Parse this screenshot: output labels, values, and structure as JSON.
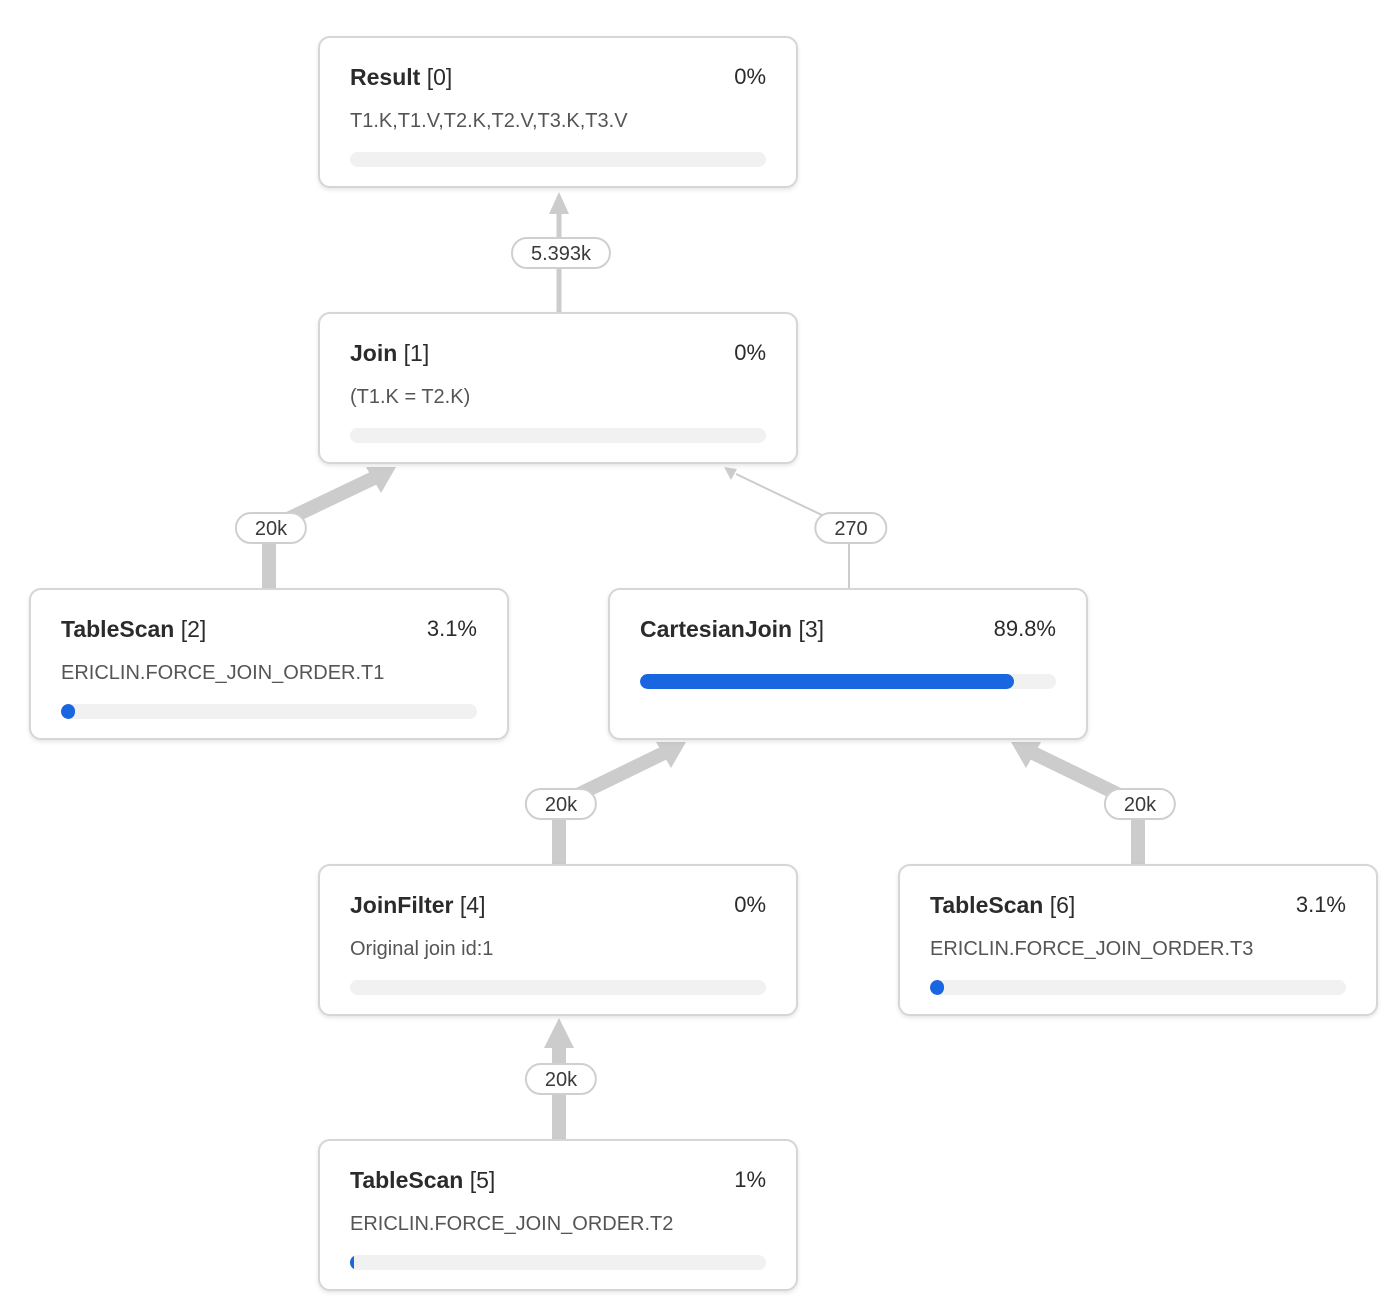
{
  "nodes": [
    {
      "id": 0,
      "name": "Result",
      "id_label": "[0]",
      "percent": "0%",
      "detail": "T1.K,T1.V,T2.K,T2.V,T3.K,T3.V",
      "progress": 0.0
    },
    {
      "id": 1,
      "name": "Join",
      "id_label": "[1]",
      "percent": "0%",
      "detail": "(T1.K = T2.K)",
      "progress": 0.0
    },
    {
      "id": 2,
      "name": "TableScan",
      "id_label": "[2]",
      "percent": "3.1%",
      "detail": "ERICLIN.FORCE_JOIN_ORDER.T1",
      "progress": 0.031
    },
    {
      "id": 3,
      "name": "CartesianJoin",
      "id_label": "[3]",
      "percent": "89.8%",
      "detail": "",
      "progress": 0.898
    },
    {
      "id": 4,
      "name": "JoinFilter",
      "id_label": "[4]",
      "percent": "0%",
      "detail": "Original join id:1",
      "progress": 0.0
    },
    {
      "id": 5,
      "name": "TableScan",
      "id_label": "[5]",
      "percent": "1%",
      "detail": "ERICLIN.FORCE_JOIN_ORDER.T2",
      "progress": 0.01
    },
    {
      "id": 6,
      "name": "TableScan",
      "id_label": "[6]",
      "percent": "3.1%",
      "detail": "ERICLIN.FORCE_JOIN_ORDER.T3",
      "progress": 0.031
    }
  ],
  "edges": [
    {
      "from": 1,
      "to": 0,
      "label": "5.393k"
    },
    {
      "from": 2,
      "to": 1,
      "label": "20k"
    },
    {
      "from": 3,
      "to": 1,
      "label": "270"
    },
    {
      "from": 4,
      "to": 3,
      "label": "20k"
    },
    {
      "from": 6,
      "to": 3,
      "label": "20k"
    },
    {
      "from": 5,
      "to": 4,
      "label": "20k"
    }
  ],
  "colors": {
    "progress_fill": "#1a66e0",
    "progress_track": "#f1f1f1",
    "edge": "#cccccc",
    "border": "#d6d6d6"
  }
}
